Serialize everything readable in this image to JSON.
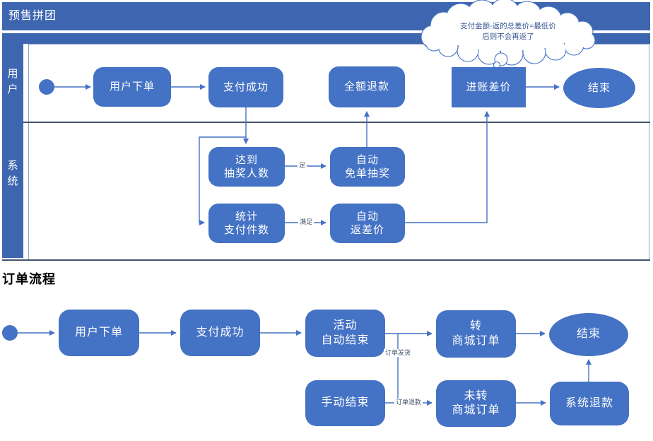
{
  "colors": {
    "shape_fill": "#4472C4",
    "frame_fill": "#3E66B0",
    "connector": "#4472C4",
    "divider": "#44546A",
    "edge_label_text": "#44546A",
    "cloud_text": "#3A5796",
    "node_text": "#FFFFFF",
    "section_title_text": "#000000"
  },
  "section1": {
    "title": "预售拼团",
    "lanes": {
      "user": "用\n户",
      "system": "系\n统"
    },
    "nodes": {
      "order": "用户下单",
      "pay": "支付成功",
      "full_refund": "全额退款",
      "credit_diff": "进账差价",
      "end": "结束",
      "reach_draw": "达到\n抽奖人数",
      "auto_draw": "自动\n免单抽奖",
      "count_paid": "统计\n支付件数",
      "auto_return": "自动\n返差价"
    },
    "edge_labels": {
      "enough": "足",
      "satisfied": "满足"
    },
    "cloud": {
      "text": "支付金额-返的总差价=最低价\n后则不会再返了"
    }
  },
  "section2": {
    "title": "订单流程",
    "nodes": {
      "order": "用户下单",
      "pay": "支付成功",
      "auto_end": "活动\n自动结束",
      "to_mall": "转\n商城订单",
      "end": "结束",
      "manual_end": "手动结束",
      "not_to_mall": "未转\n商城订单",
      "sys_refund": "系统退款"
    },
    "edge_labels": {
      "ship": "订单发货",
      "refund": "订单退款"
    }
  }
}
